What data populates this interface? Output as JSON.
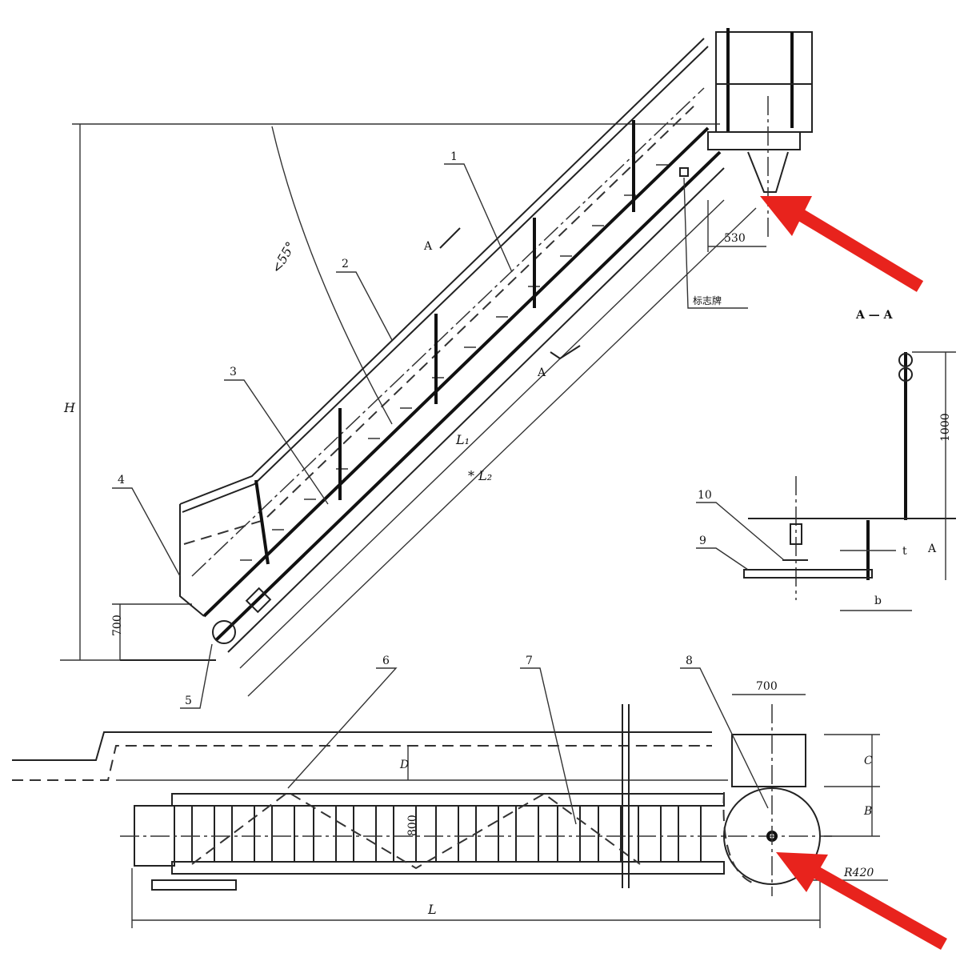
{
  "title": "Accommodation ladder general arrangement drawing",
  "part_labels": [
    "1",
    "2",
    "3",
    "4",
    "5",
    "6",
    "7",
    "8",
    "9",
    "10"
  ],
  "side_view": {
    "height_label": "H",
    "angle_label": "<55°",
    "section_marker_1": "A",
    "section_marker_2": "A",
    "length_label_1": "L₁",
    "length_label_2": "* L₂",
    "bottom_height": "700",
    "platform_offset": "530",
    "sign_label": "标志牌"
  },
  "section_view": {
    "title": "A — A",
    "rail_height": "1000",
    "depth_label": "A",
    "thickness_label": "t",
    "width_label": "b"
  },
  "plan_view": {
    "platform_width": "700",
    "offset_d": "D",
    "offset_c": "C",
    "offset_b": "B",
    "ladder_width": "800",
    "turntable_radius": "R420",
    "length_label": "L"
  },
  "annotation_color": "#e8231d"
}
